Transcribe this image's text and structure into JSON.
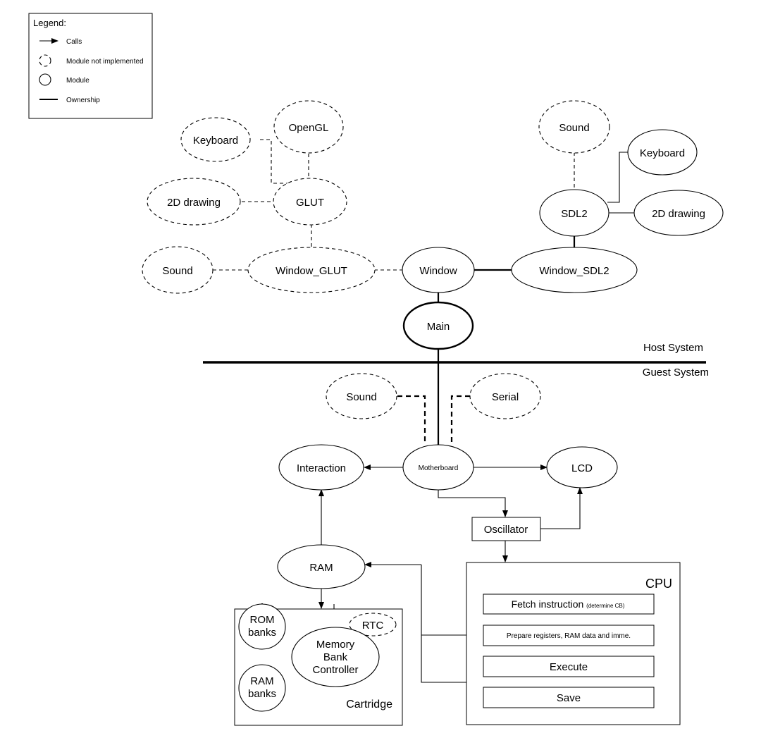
{
  "legend": {
    "title": "Legend:",
    "calls": "Calls",
    "not_implemented": "Module not implemented",
    "module": "Module",
    "ownership": "Ownership"
  },
  "host_label": "Host System",
  "guest_label": "Guest System",
  "nodes": {
    "keyboard_glut": "Keyboard",
    "opengl": "OpenGL",
    "drawing_glut": "2D drawing",
    "glut": "GLUT",
    "sound_glut": "Sound",
    "window_glut": "Window_GLUT",
    "window": "Window",
    "window_sdl2": "Window_SDL2",
    "sound_sdl": "Sound",
    "keyboard_sdl": "Keyboard",
    "sdl2": "SDL2",
    "drawing_sdl": "2D drawing",
    "main": "Main",
    "sound_guest": "Sound",
    "serial": "Serial",
    "interaction": "Interaction",
    "motherboard": "Motherboard",
    "lcd": "LCD",
    "oscillator": "Oscillator",
    "ram": "RAM",
    "rtc": "RTC",
    "rom_banks_1": "ROM",
    "rom_banks_2": "banks",
    "mbc_1": "Memory",
    "mbc_2": "Bank",
    "mbc_3": "Controller",
    "ram_banks_1": "RAM",
    "ram_banks_2": "banks",
    "cartridge": "Cartridge"
  },
  "cpu": {
    "title": "CPU",
    "fetch": "Fetch instruction",
    "fetch_note": "(determine CB)",
    "prepare": "Prepare registers, RAM data and imme.",
    "execute": "Execute",
    "save": "Save"
  }
}
